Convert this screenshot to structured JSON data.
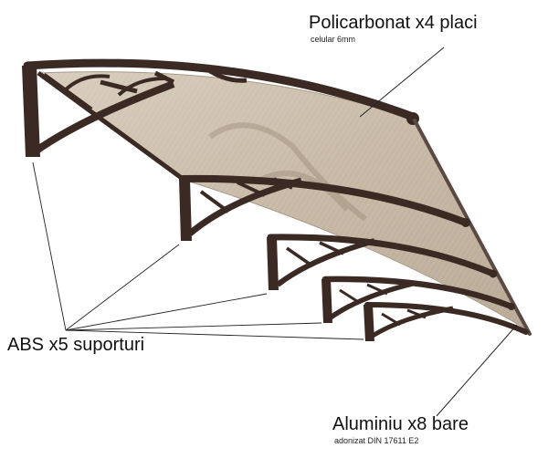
{
  "labels": {
    "polycarbonate": {
      "title": "Policarbonat x4 placi",
      "subtitle": "celular 6mm"
    },
    "supports": {
      "title": "ABS x5 suporturi"
    },
    "aluminium": {
      "title": "Aluminiu x8 bare",
      "subtitle": "adonizat DIN 17611 E2"
    }
  },
  "colors": {
    "frame": "#3b2a24",
    "panel": "#cbbfae",
    "panel_edge": "#a89a88",
    "leader": "#222222"
  }
}
